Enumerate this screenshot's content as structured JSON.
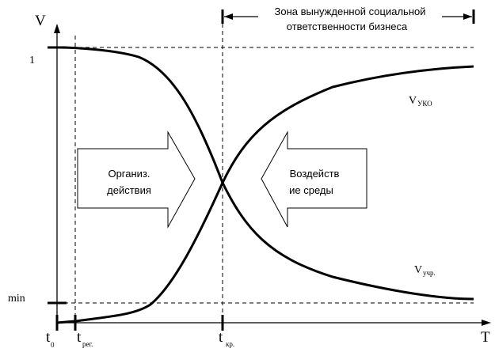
{
  "axes": {
    "y_label": "V",
    "x_label": "T",
    "y_tick_top": "1",
    "y_tick_bottom": "min"
  },
  "x_ticks": {
    "t0_main": "t",
    "t0_sub": "0",
    "treg_main": "t",
    "treg_sub": "рег.",
    "tkr_main": "t",
    "tkr_sub": "кр."
  },
  "zone": {
    "line1": "Зона вынужденной социальной",
    "line2": "ответственности бизнеса"
  },
  "curves": {
    "uko_main": "V",
    "uko_sub": "УКО",
    "uchr_main": "V",
    "uchr_sub": "учр."
  },
  "arrows": {
    "left_line1": "Организ.",
    "left_line2": "действия",
    "right_line1": "Воздейств",
    "right_line2": "ие среды"
  }
}
